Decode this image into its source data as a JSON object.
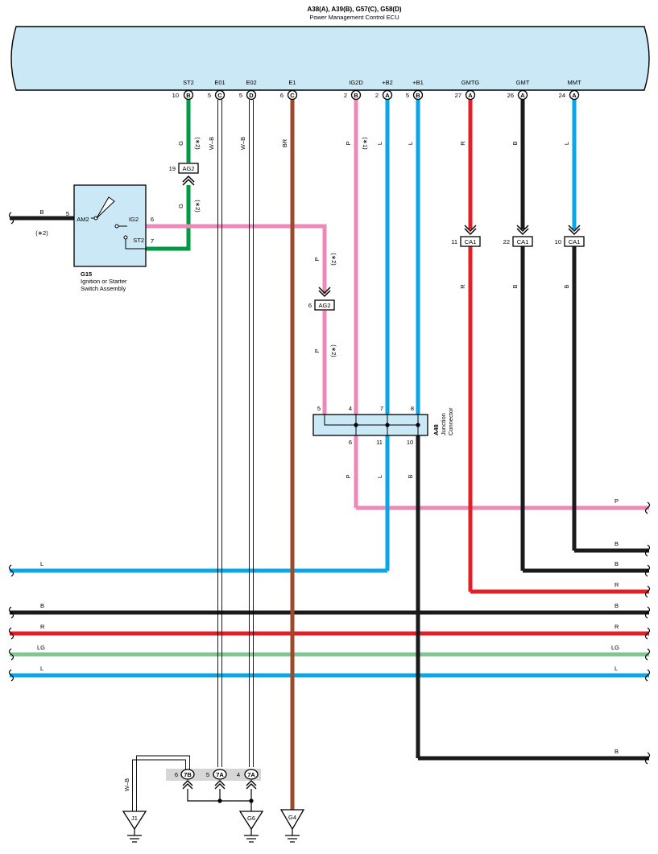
{
  "header": {
    "code": "A38(A), A39(B), G57(C), G58(D)",
    "name": "Power Management Control ECU"
  },
  "ecu_pins": [
    {
      "label": "ST2",
      "num": "10",
      "conn": "B",
      "color": "G"
    },
    {
      "label": "E01",
      "num": "5",
      "conn": "C",
      "color": "W–B"
    },
    {
      "label": "E02",
      "num": "5",
      "conn": "D",
      "color": "W–B"
    },
    {
      "label": "E1",
      "num": "6",
      "conn": "C",
      "color": "BR"
    },
    {
      "label": "IG2D",
      "num": "2",
      "conn": "B",
      "color": "P",
      "note": "(∗1)"
    },
    {
      "label": "+B2",
      "num": "2",
      "conn": "A",
      "color": "L"
    },
    {
      "label": "+B1",
      "num": "5",
      "conn": "B",
      "color": "L"
    },
    {
      "label": "GMTG",
      "num": "27",
      "conn": "A",
      "color": "R"
    },
    {
      "label": "GMT",
      "num": "26",
      "conn": "A",
      "color": "B"
    },
    {
      "label": "MMT",
      "num": "24",
      "conn": "A",
      "color": "L"
    }
  ],
  "switch": {
    "id": "G15",
    "name_line1": "Ignition or Starter",
    "name_line2": "Switch Assembly",
    "am2_pin": "5",
    "am2_label": "AM2",
    "ig2_pin": "6",
    "ig2_label": "IG2",
    "st2_pin": "7",
    "st2_label": "ST2",
    "input_color": "B",
    "input_note": "(∗2)"
  },
  "connectors": {
    "ag2_upper": {
      "num": "19",
      "label": "AG2",
      "color_below": "G",
      "note_below": "(∗2)",
      "note_above": "(∗2)"
    },
    "ag2_lower": {
      "num": "6",
      "label": "AG2",
      "color_above": "P",
      "note_above": "(∗2)",
      "color_below": "P",
      "note_below": "(∗2)"
    },
    "ca1": [
      {
        "num": "11",
        "label": "CA1",
        "color": "R"
      },
      {
        "num": "22",
        "label": "CA1",
        "color": "B"
      },
      {
        "num": "10",
        "label": "CA1",
        "color": "B"
      }
    ]
  },
  "junction": {
    "id": "A48",
    "name_line1": "Junction",
    "name_line2": "Connector",
    "top_pins": [
      "5",
      "4",
      "7",
      "8"
    ],
    "bottom_pins": [
      "6",
      "11",
      "10"
    ],
    "out_colors": [
      "P",
      "L",
      "B"
    ]
  },
  "bus_wires": [
    {
      "left": "",
      "right": "P"
    },
    {
      "left": "",
      "right": "B"
    },
    {
      "left": "",
      "right": "B"
    },
    {
      "left": "L",
      "right": ""
    },
    {
      "left": "",
      "right": "R"
    },
    {
      "left": "B",
      "right": "B"
    },
    {
      "left": "R",
      "right": "R"
    },
    {
      "left": "LG",
      "right": "LG"
    },
    {
      "left": "L",
      "right": "L"
    },
    {
      "left": "",
      "right": "B"
    }
  ],
  "ground_connectors": [
    {
      "num": "6",
      "label": "7B"
    },
    {
      "num": "5",
      "label": "7A"
    },
    {
      "num": "4",
      "label": "7A"
    }
  ],
  "grounds": [
    "J1",
    "G6",
    "G4"
  ],
  "ground_wire_color": "W–B",
  "colors": {
    "ecu_fill": "#cbe8f7",
    "G": "#009a44",
    "P": "#ee88b8",
    "L": "#0aa6e6",
    "R": "#e31e24",
    "B": "#1a1a1a",
    "BR": "#9b4a2c",
    "LG": "#7fc692",
    "WB": "#ffffff"
  }
}
